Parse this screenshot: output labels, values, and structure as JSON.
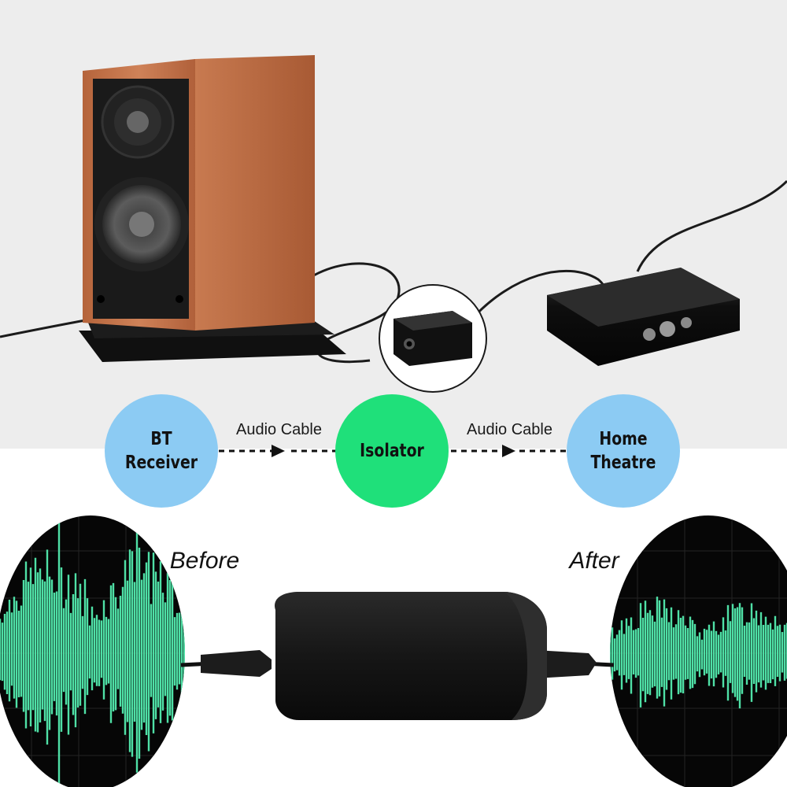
{
  "diagram": {
    "nodes": [
      {
        "id": "bt-receiver",
        "label": "BT Receiver",
        "color": "#8ccbf3"
      },
      {
        "id": "isolator",
        "label": "Isolator",
        "color": "#1fe07a"
      },
      {
        "id": "home-theatre",
        "label": "Home\nTheatre",
        "color": "#8ccbf3"
      }
    ],
    "connectors": [
      {
        "label": "Audio Cable"
      },
      {
        "label": "Audio Cable"
      }
    ]
  },
  "waveforms": {
    "before_label": "Before",
    "after_label": "After",
    "wave_color": "#4fe0a6"
  },
  "colors": {
    "top_background": "#ededed",
    "speaker_wood": "#c4724a",
    "device_black": "#141414"
  }
}
